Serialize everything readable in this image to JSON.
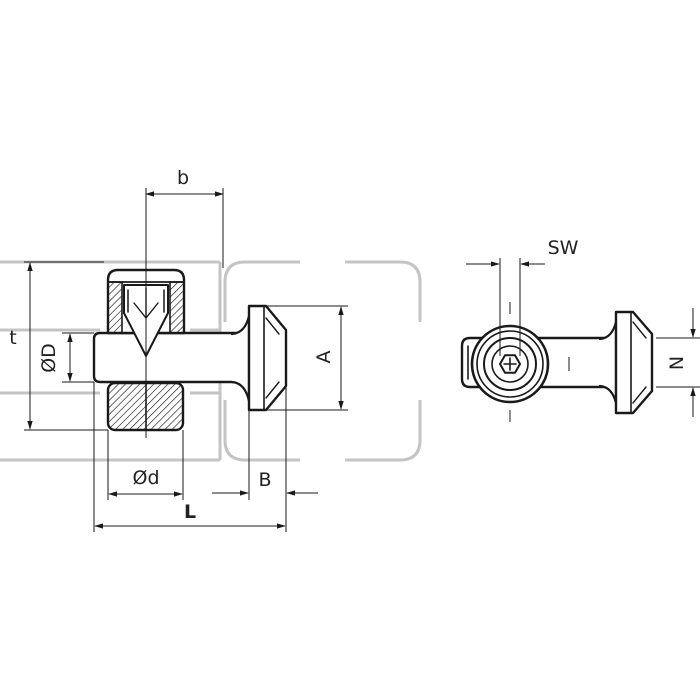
{
  "labels": {
    "b": "b",
    "t": "t",
    "D": "ØD",
    "A": "A",
    "d": "Ød",
    "B": "B",
    "L": "L",
    "SW": "SW",
    "N": "N"
  }
}
